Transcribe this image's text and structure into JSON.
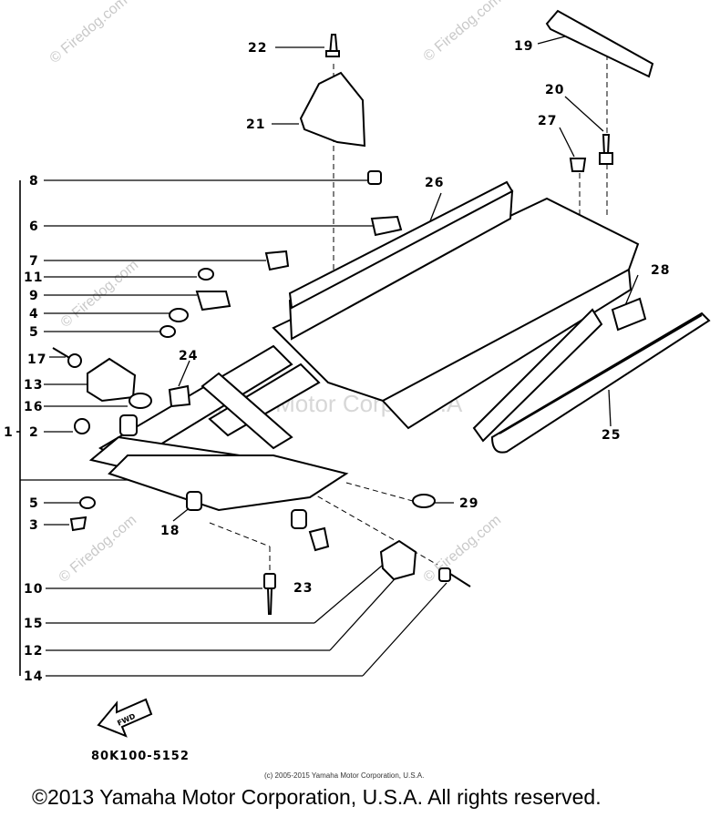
{
  "watermarks": {
    "site": "© Firedog.com",
    "center": "Yamaha Motor Corp U.S.A"
  },
  "callouts": {
    "c1": "1",
    "c2": "2",
    "c3": "3",
    "c4": "4",
    "c5a": "5",
    "c5b": "5",
    "c6": "6",
    "c7": "7",
    "c8": "8",
    "c9": "9",
    "c10": "10",
    "c11": "11",
    "c12": "12",
    "c13": "13",
    "c14": "14",
    "c15": "15",
    "c16": "16",
    "c17": "17",
    "c18": "18",
    "c19": "19",
    "c20": "20",
    "c21": "21",
    "c22": "22",
    "c23": "23",
    "c24": "24",
    "c25": "25",
    "c26": "26",
    "c27": "27",
    "c28": "28",
    "c29": "29"
  },
  "front_arrow_label": "FWD",
  "diagram_code": "80K100-5152",
  "small_copyright": "(c) 2005-2015 Yamaha Motor Corporation, U.S.A.",
  "copyright": "©2013 Yamaha Motor Corporation, U.S.A. All rights reserved."
}
